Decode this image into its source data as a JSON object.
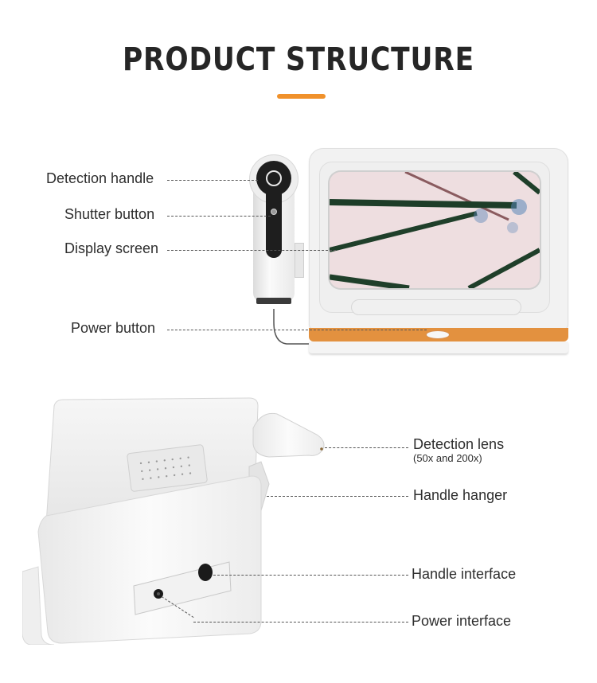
{
  "header": {
    "title": "PRODUCT STRUCTURE",
    "accent_color": "#f0912b"
  },
  "front_view": {
    "callouts": [
      {
        "label": "Detection handle"
      },
      {
        "label": "Shutter button"
      },
      {
        "label": "Display screen"
      },
      {
        "label": "Power button"
      }
    ],
    "base_color": "#e3913f"
  },
  "rear_view": {
    "callouts": [
      {
        "label": "Detection lens",
        "sublabel": "(50x and 200x)"
      },
      {
        "label": "Handle hanger"
      },
      {
        "label": "Handle interface"
      },
      {
        "label": "Power interface"
      }
    ]
  }
}
